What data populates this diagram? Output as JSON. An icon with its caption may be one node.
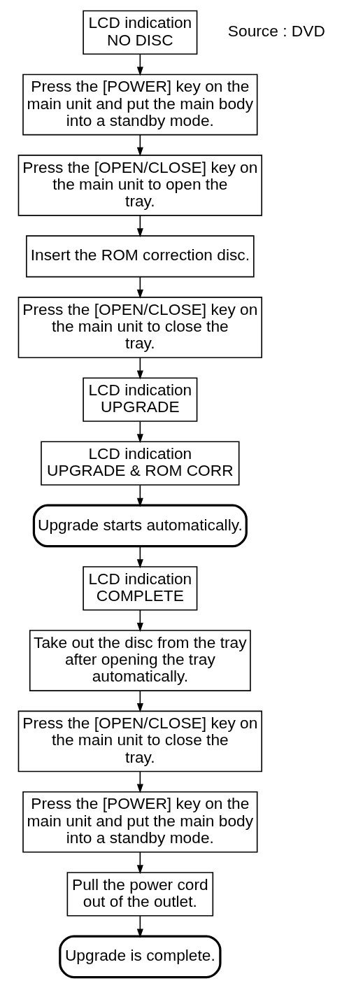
{
  "diagram": {
    "nodes": [
      {
        "text": [
          "LCD indication",
          "NO DISC"
        ],
        "beside": [
          "Source : DVD"
        ]
      },
      {
        "text": [
          "Press the [POWER] key on the main unit and put the main body into a standby mode."
        ]
      },
      {
        "text": [
          "Press the [OPEN/CLOSE] key on the main unit to open the tray."
        ]
      },
      {
        "text": [
          "Insert the ROM correction disc."
        ]
      },
      {
        "text": [
          "Press the [OPEN/CLOSE] key on the main unit to close the tray."
        ]
      },
      {
        "text": [
          "LCD indication",
          "UPGRADE"
        ]
      },
      {
        "text": [
          "LCD indication",
          "UPGRADE & ROM CORR"
        ]
      },
      {
        "text": [
          "Upgrade starts automatically."
        ]
      },
      {
        "text": [
          "LCD indication",
          "COMPLETE"
        ]
      },
      {
        "text": [
          "Take out the disc from the tray after opening the tray automatically."
        ]
      },
      {
        "text": [
          "Press the [OPEN/CLOSE] key on the main unit to close the tray."
        ]
      },
      {
        "text": [
          "Press the [POWER] key on the main unit and put the main body into a standby mode."
        ]
      },
      {
        "text": [
          "Pull the power cord out of the outlet."
        ]
      },
      {
        "text": [
          "Upgrade is complete."
        ]
      }
    ],
    "edges": [
      {
        "from": 0,
        "to": 1,
        "arrow": "to"
      },
      {
        "from": 1,
        "to": 2,
        "arrow": "to"
      },
      {
        "from": 2,
        "to": 3,
        "arrow": "to"
      },
      {
        "from": 3,
        "to": 4,
        "arrow": "to"
      },
      {
        "from": 4,
        "to": 5,
        "arrow": "to"
      },
      {
        "from": 5,
        "to": 6,
        "arrow": "to"
      },
      {
        "from": 6,
        "to": 7,
        "arrow": "to"
      },
      {
        "from": 7,
        "to": 8,
        "arrow": "to"
      },
      {
        "from": 8,
        "to": 9,
        "arrow": "to"
      },
      {
        "from": 9,
        "to": 10,
        "arrow": "to"
      },
      {
        "from": 10,
        "to": 11,
        "arrow": "to"
      },
      {
        "from": 11,
        "to": 12,
        "arrow": "to"
      },
      {
        "from": 12,
        "to": 13,
        "arrow": "to"
      }
    ]
  }
}
